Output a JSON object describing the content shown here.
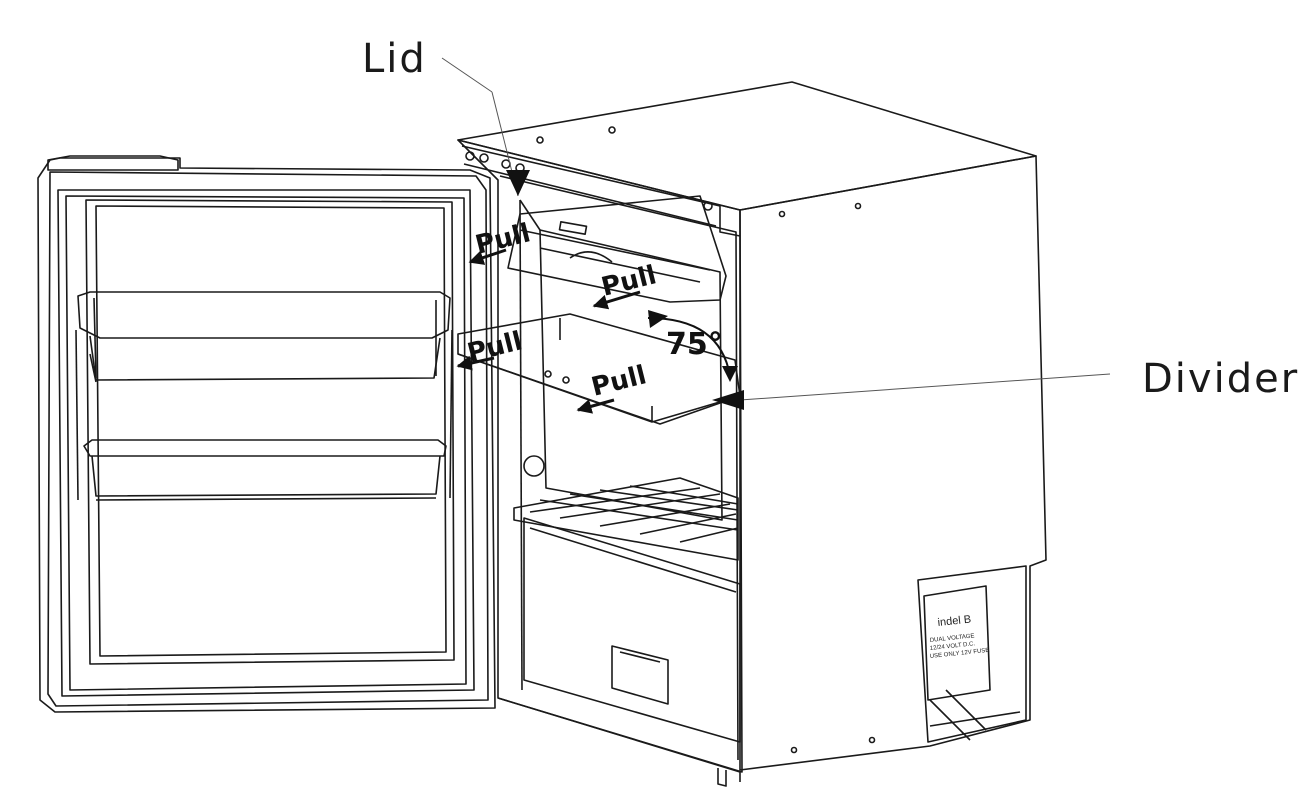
{
  "labels": {
    "lid": "Lid",
    "divider": "Divider",
    "pull": [
      "Pull",
      "Pull",
      "Pull",
      "Pull"
    ],
    "angle": "75°"
  },
  "plate": {
    "brand": "indel B",
    "text": [
      "DUAL VOLTAGE",
      "12/24 VOLT D.C.",
      "USE ONLY 12V FUSE"
    ]
  },
  "colors": {
    "line": "#1a1a1a",
    "background": "#ffffff"
  }
}
